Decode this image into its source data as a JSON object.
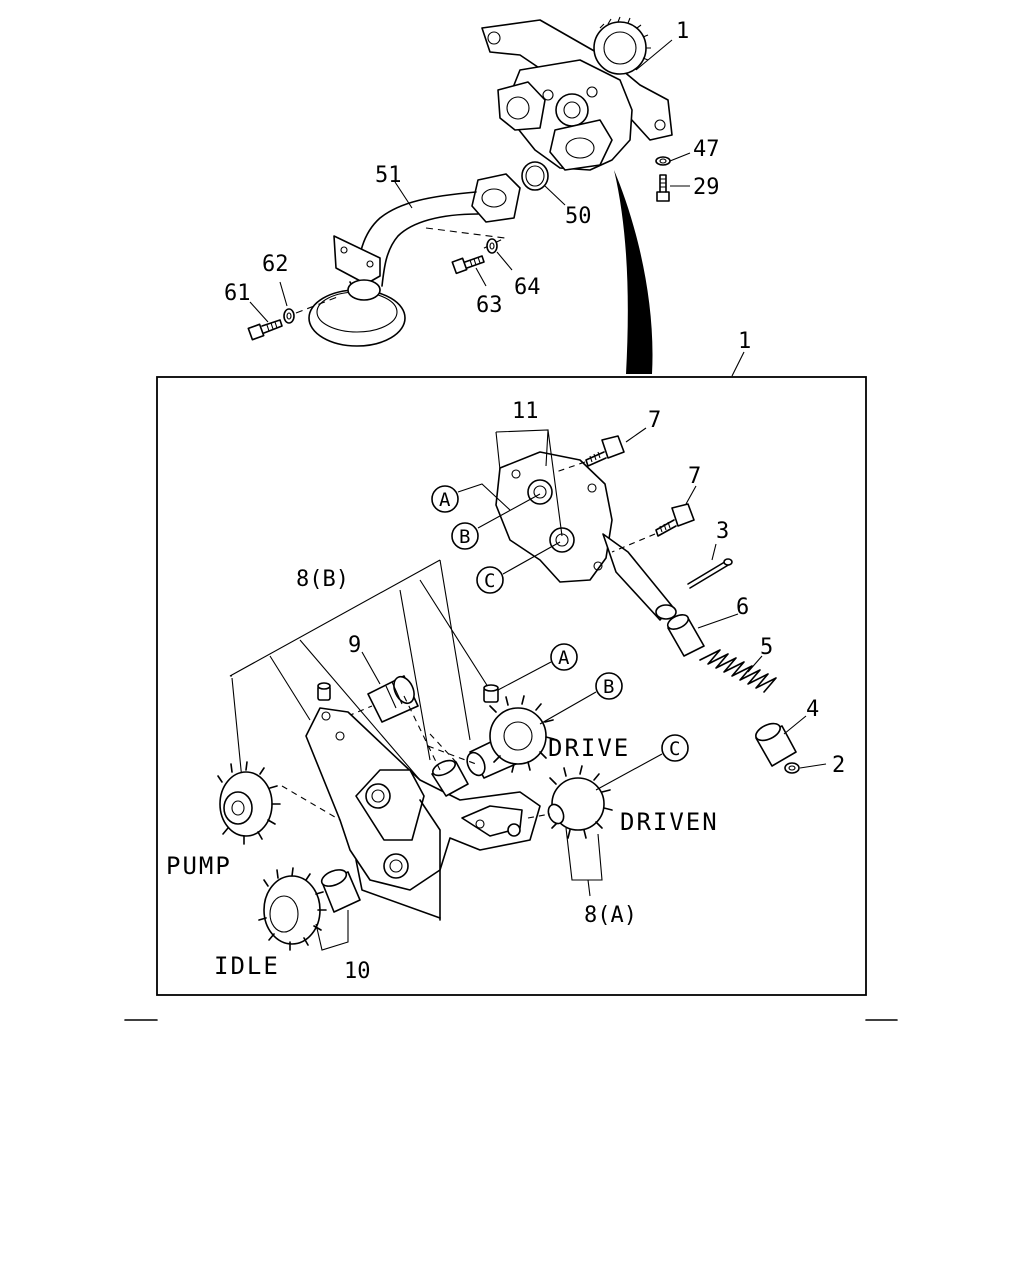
{
  "labels": {
    "pump_assembly_top": "1",
    "pump_assembly_detail": "1",
    "washer_47": "47",
    "bolt_29": "29",
    "oil_strainer_pipe": "51",
    "o_ring_50": "50",
    "bolt_61": "61",
    "washer_62": "62",
    "bolt_63": "63",
    "washer_64": "64",
    "part_11": "11",
    "bolt_7_upper": "7",
    "bolt_7_lower": "7",
    "cotter_pin_3": "3",
    "sleeve_6": "6",
    "spring_5": "5",
    "plug_4": "4",
    "ring_2": "2",
    "gear_set_8b": "8(B)",
    "gear_set_8a": "8(A)",
    "bushing_9": "9",
    "bushing_10": "10"
  },
  "ref_markers": {
    "a_cover": "A",
    "b_cover": "B",
    "c_cover": "C",
    "a_gear": "A",
    "b_gear": "B",
    "c_gear": "C"
  },
  "words": {
    "drive": "DRIVE",
    "driven": "DRIVEN",
    "pump": "PUMP",
    "idle": "IDLE"
  }
}
